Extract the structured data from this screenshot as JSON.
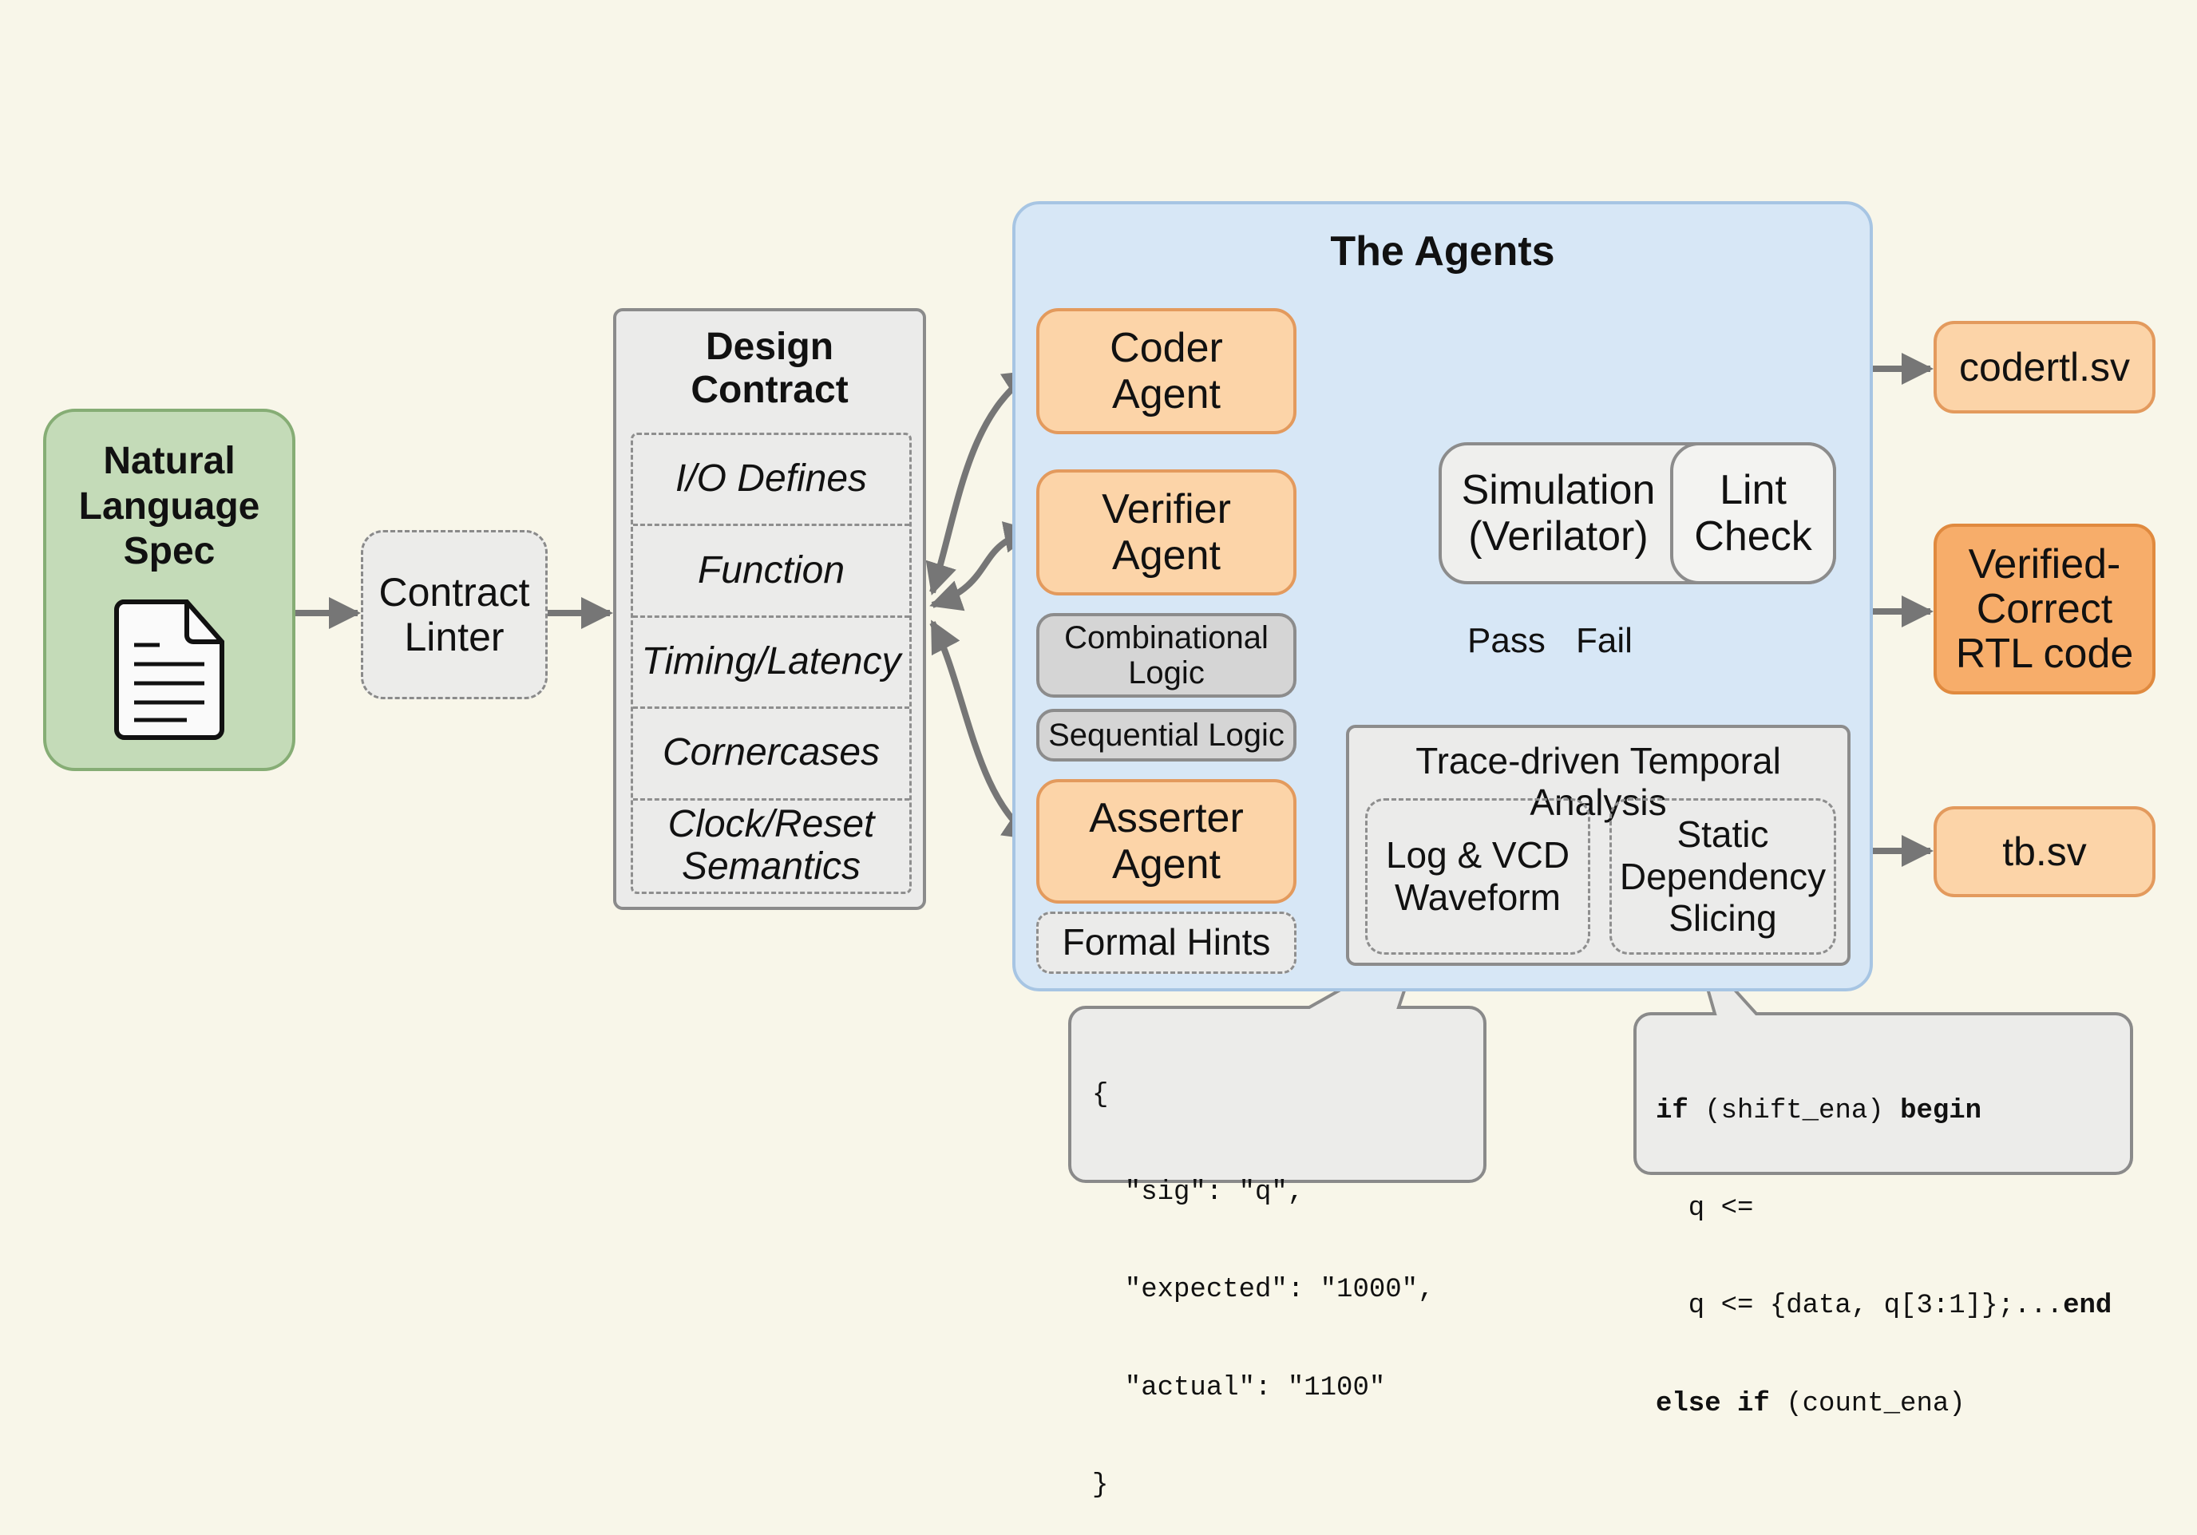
{
  "spec": {
    "title_lines": [
      "Natural",
      "Language",
      "Spec"
    ],
    "icon": "document-icon"
  },
  "linter": {
    "lines": [
      "Contract",
      "Linter"
    ]
  },
  "contract": {
    "title_lines": [
      "Design",
      "Contract"
    ],
    "items": [
      "I/O Defines",
      "Function",
      "Timing/Latency",
      "Cornercases",
      "Clock/Reset Semantics"
    ]
  },
  "agents": {
    "title": "The Agents",
    "coder": [
      "Coder",
      "Agent"
    ],
    "verifier": [
      "Verifier",
      "Agent"
    ],
    "combinational": [
      "Combinational",
      "Logic"
    ],
    "sequential": "Sequential Logic",
    "asserter": [
      "Asserter",
      "Agent"
    ],
    "formal_hints": "Formal Hints"
  },
  "simulation": {
    "sim_lines": [
      "Simulation",
      "(Verilator)"
    ],
    "lint_lines": [
      "Lint",
      "Check"
    ]
  },
  "branch": {
    "pass": "Pass",
    "fail": "Fail"
  },
  "trace": {
    "title": "Trace-driven Temporal Analysis",
    "log_vcd": [
      "Log & VCD",
      "Waveform"
    ],
    "slicing": [
      "Static",
      "Dependency",
      "Slicing"
    ]
  },
  "outputs": {
    "codertl": "codertl.sv",
    "verified": [
      "Verified-",
      "Correct",
      "RTL code"
    ],
    "tb": "tb.sv"
  },
  "callouts": {
    "json_lines": [
      "{",
      "  \"sig\": \"q\",",
      "  \"expected\": \"1000\",",
      "  \"actual\": \"1100\"",
      "}"
    ],
    "code_lines": [
      {
        "kw1": "if",
        "text": " (shift_ena) ",
        "kw2": "begin"
      },
      {
        "kw1": "",
        "text": "  q <=",
        "kw2": ""
      },
      {
        "kw1": "",
        "text": "  q <= {data, q[3:1]};...",
        "kw2": "end"
      },
      {
        "kw1": "else if",
        "text": " (count_ena)",
        "kw2": ""
      }
    ]
  },
  "colors": {
    "background": "#f8f6e9",
    "spec_fill": "#c4dbb8",
    "agents_fill": "#d7e7f6",
    "agent_fill": "#fcd4a8",
    "verified_fill": "#f7ad6a",
    "arrow": "#767676"
  }
}
